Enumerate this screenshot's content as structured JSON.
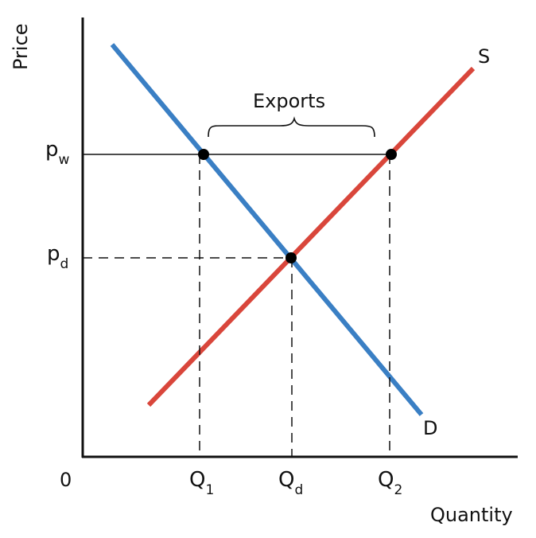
{
  "axes": {
    "y_label": "Price",
    "x_label": "Quantity",
    "origin_label": "0"
  },
  "price_levels": {
    "world": {
      "base": "p",
      "sub": "w"
    },
    "domestic": {
      "base": "p",
      "sub": "d"
    }
  },
  "quantity_levels": {
    "q1": {
      "base": "Q",
      "sub": "1"
    },
    "qd": {
      "base": "Q",
      "sub": "d"
    },
    "q2": {
      "base": "Q",
      "sub": "2"
    }
  },
  "curves": {
    "supply": {
      "label": "S",
      "color": "#d9463b"
    },
    "demand": {
      "label": "D",
      "color": "#3a7fc4"
    }
  },
  "annotations": {
    "exports_label": "Exports"
  },
  "colors": {
    "axis": "#111111",
    "points": "#000000"
  }
}
